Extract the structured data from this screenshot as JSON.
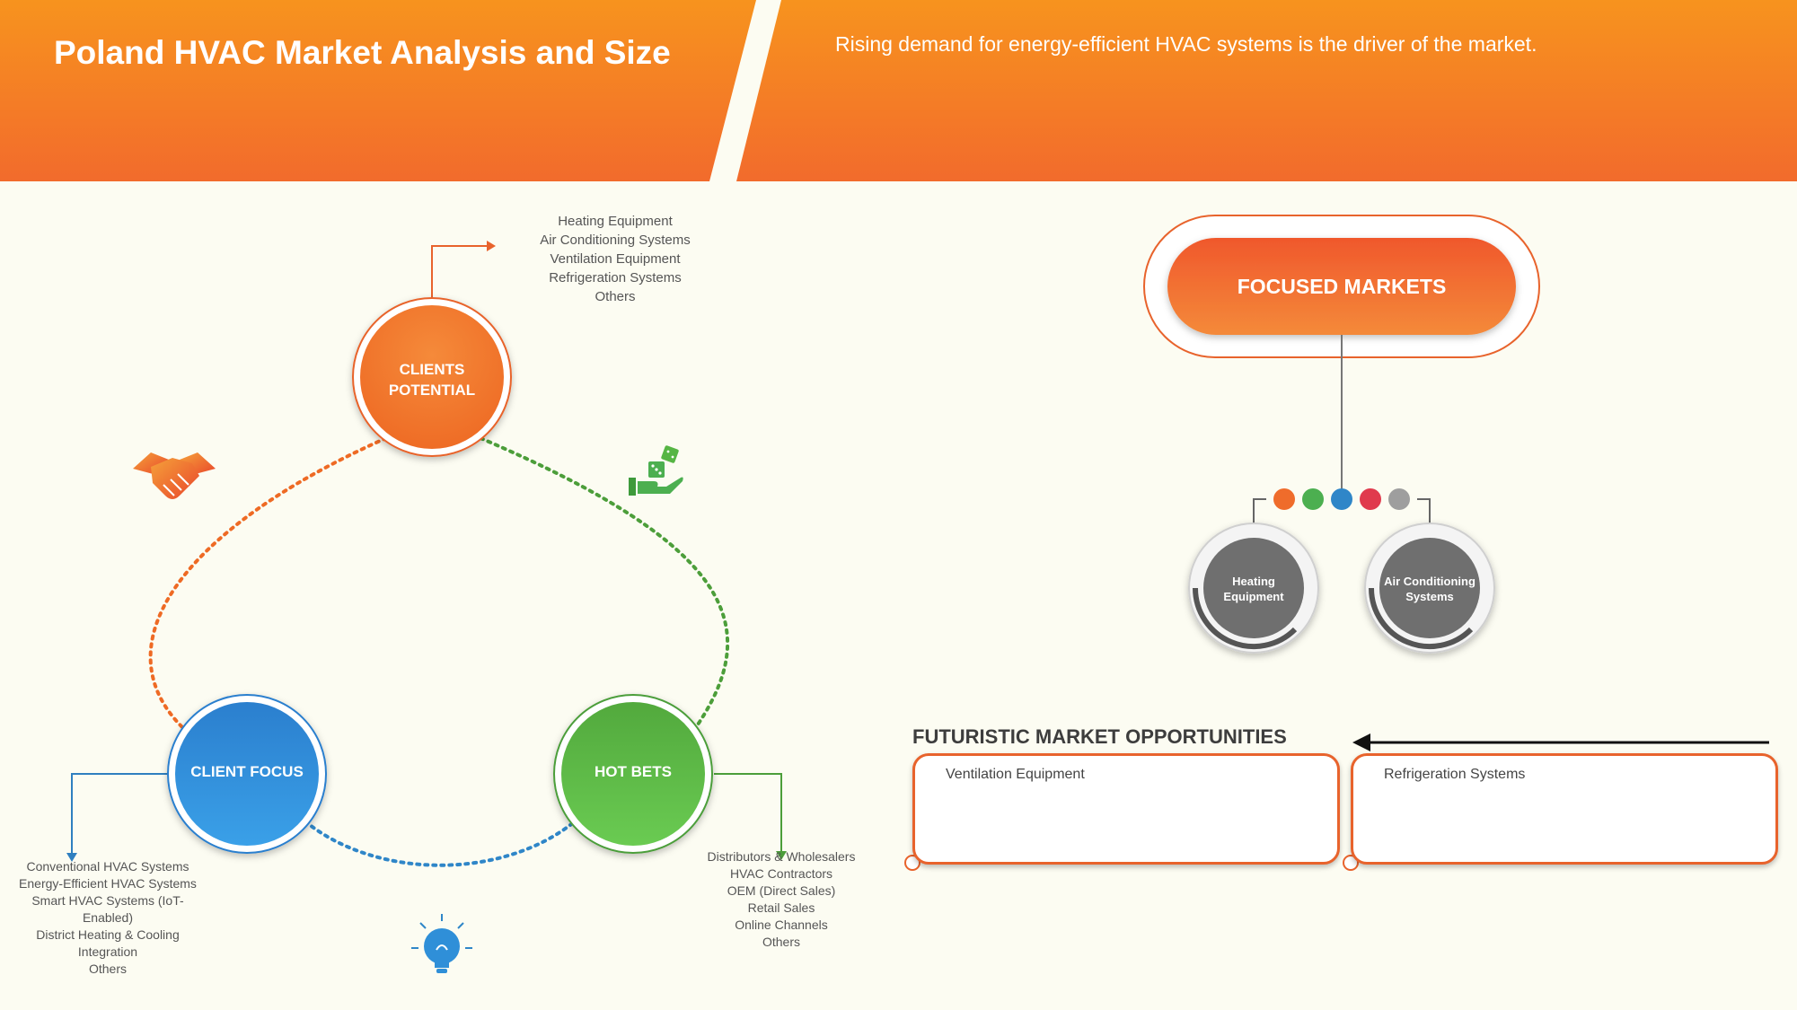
{
  "header": {
    "title": "Poland HVAC Market Analysis and Size",
    "subtitle": "Rising demand for energy-efficient HVAC systems is the driver of the market."
  },
  "cycle": {
    "clients_potential": {
      "label_line1": "CLIENTS",
      "label_line2": "POTENTIAL",
      "items": [
        "Heating Equipment",
        "Air Conditioning Systems",
        "Ventilation Equipment",
        "Refrigeration Systems",
        "Others"
      ]
    },
    "client_focus": {
      "label": "CLIENT FOCUS",
      "items": [
        "Conventional HVAC Systems",
        "Energy-Efficient HVAC Systems",
        "Smart HVAC Systems (IoT-Enabled)",
        "District Heating & Cooling Integration",
        "Others"
      ]
    },
    "hot_bets": {
      "label": "HOT BETS",
      "items": [
        "Distributors & Wholesalers",
        "HVAC Contractors",
        "OEM (Direct Sales)",
        "Retail Sales",
        "Online Channels",
        "Others"
      ]
    }
  },
  "focused_markets": {
    "title": "FOCUSED MARKETS",
    "dots": [
      "#ef6c2b",
      "#4caf50",
      "#2f86c8",
      "#e03a4d",
      "#9e9e9e"
    ],
    "markets": [
      {
        "line1": "Heating",
        "line2": "Equipment"
      },
      {
        "line1": "Air Conditioning",
        "line2": "Systems"
      }
    ]
  },
  "opportunities": {
    "title": "FUTURISTIC MARKET OPPORTUNITIES",
    "items": [
      "Ventilation Equipment",
      "Refrigeration Systems"
    ]
  },
  "colors": {
    "orange": "#ef6c2b",
    "green": "#56b544",
    "blue": "#2f8fd8",
    "grey": "#6f6f6f",
    "background": "#fcfcf2"
  },
  "icons": [
    "handshake-icon",
    "dice-hand-icon",
    "lightbulb-icon"
  ]
}
